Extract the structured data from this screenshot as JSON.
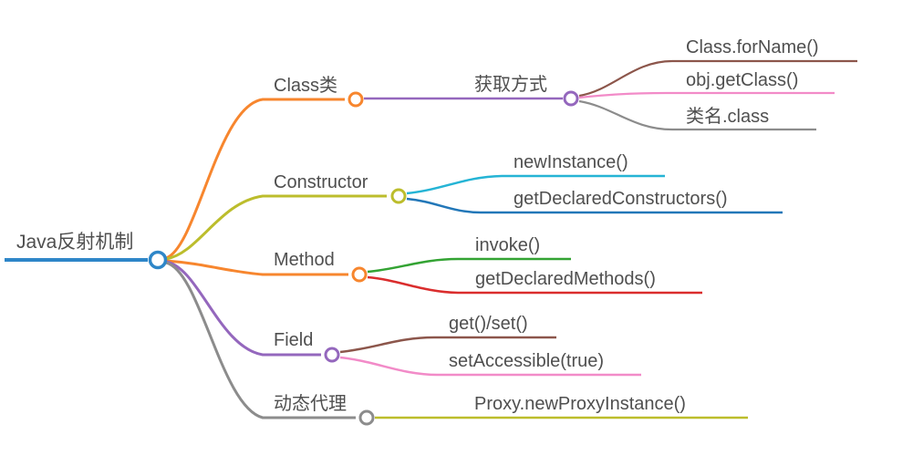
{
  "root": {
    "label": "Java反射机制"
  },
  "branches": [
    {
      "label": "Class类",
      "children": [
        {
          "label": "获取方式",
          "children": [
            {
              "label": "Class.forName()"
            },
            {
              "label": "obj.getClass()"
            },
            {
              "label": "类名.class"
            }
          ]
        }
      ]
    },
    {
      "label": "Constructor",
      "children": [
        {
          "label": "newInstance()"
        },
        {
          "label": "getDeclaredConstructors()"
        }
      ]
    },
    {
      "label": "Method",
      "children": [
        {
          "label": "invoke()"
        },
        {
          "label": "getDeclaredMethods()"
        }
      ]
    },
    {
      "label": "Field",
      "children": [
        {
          "label": "get()/set()"
        },
        {
          "label": "setAccessible(true)"
        }
      ]
    },
    {
      "label": "动态代理",
      "children": [
        {
          "label": "Proxy.newProxyInstance()"
        }
      ]
    }
  ],
  "colors": {
    "root_blue": "#2e86c8",
    "orange": "#f7862e",
    "olive": "#bcbd2c",
    "purple": "#9467bd",
    "gray": "#8c8c8c",
    "brown": "#8c564b",
    "pink": "#f28bc8",
    "cyan": "#25b4d5",
    "green": "#33a333",
    "red": "#da2d2d",
    "blue": "#2277b8",
    "node_fill": "#ffffff",
    "text": "#4f4f4f"
  }
}
